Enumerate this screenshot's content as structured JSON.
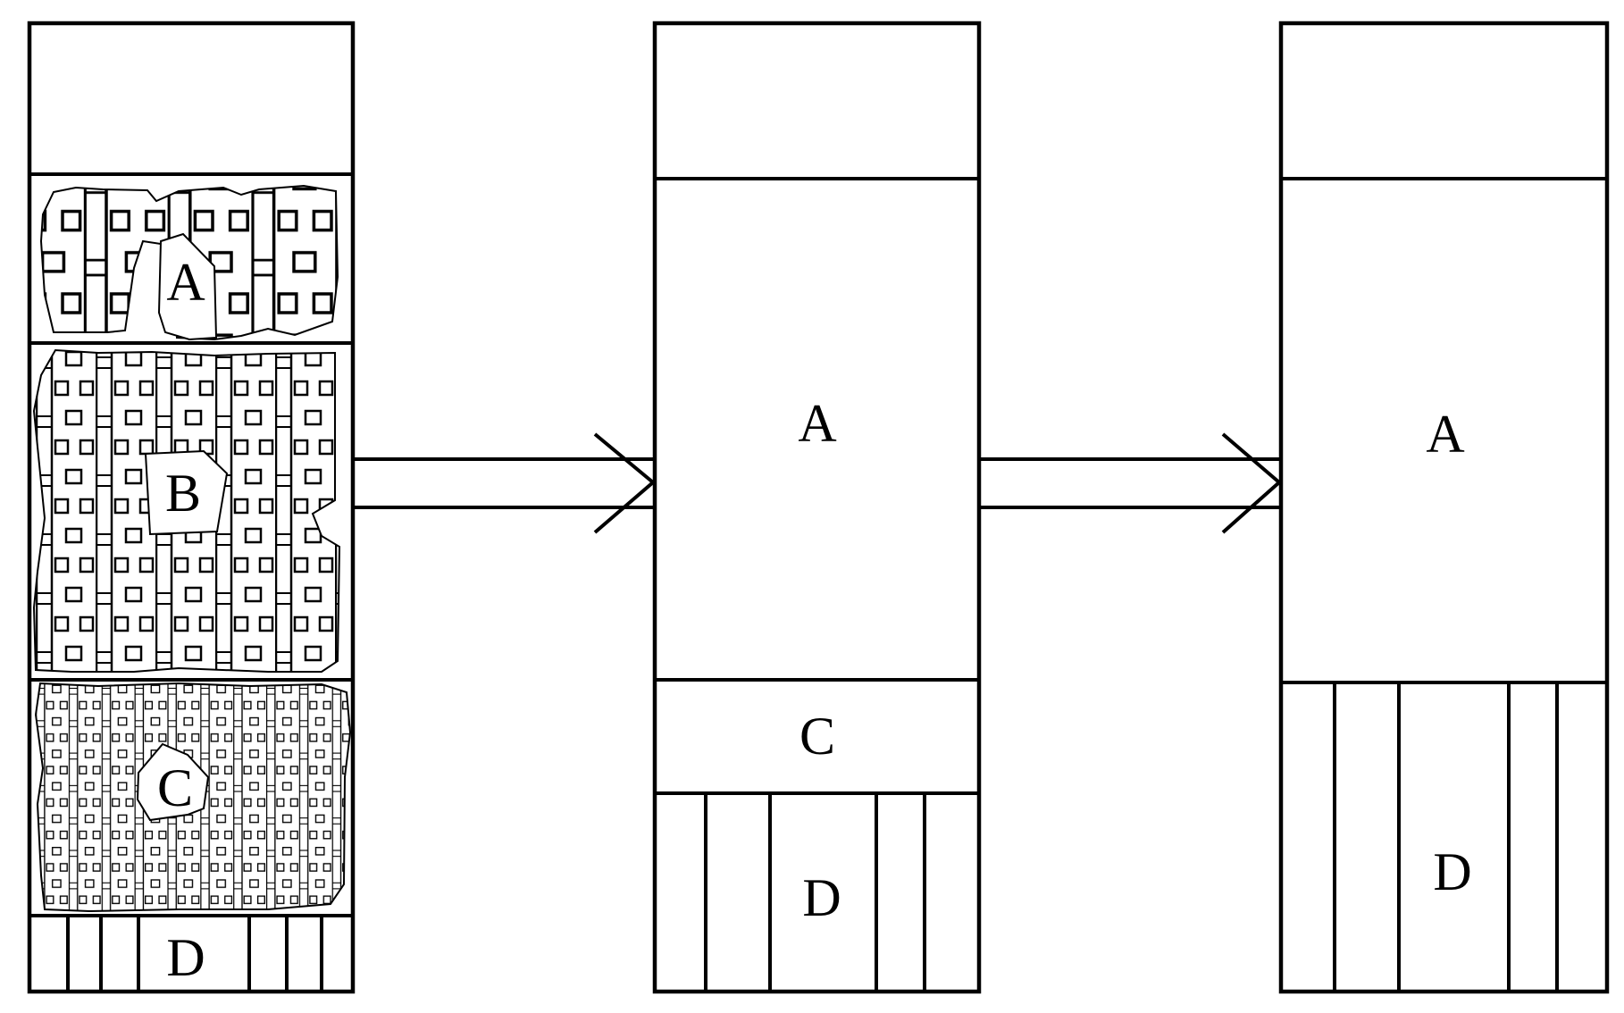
{
  "diagram": {
    "stage1": {
      "layers": [
        "A",
        "B",
        "C",
        "D"
      ]
    },
    "stage2": {
      "layers": [
        "A",
        "C",
        "D"
      ]
    },
    "stage3": {
      "layers": [
        "A",
        "D"
      ]
    },
    "colors": {
      "stroke": "#000000",
      "background": "#ffffff"
    }
  }
}
